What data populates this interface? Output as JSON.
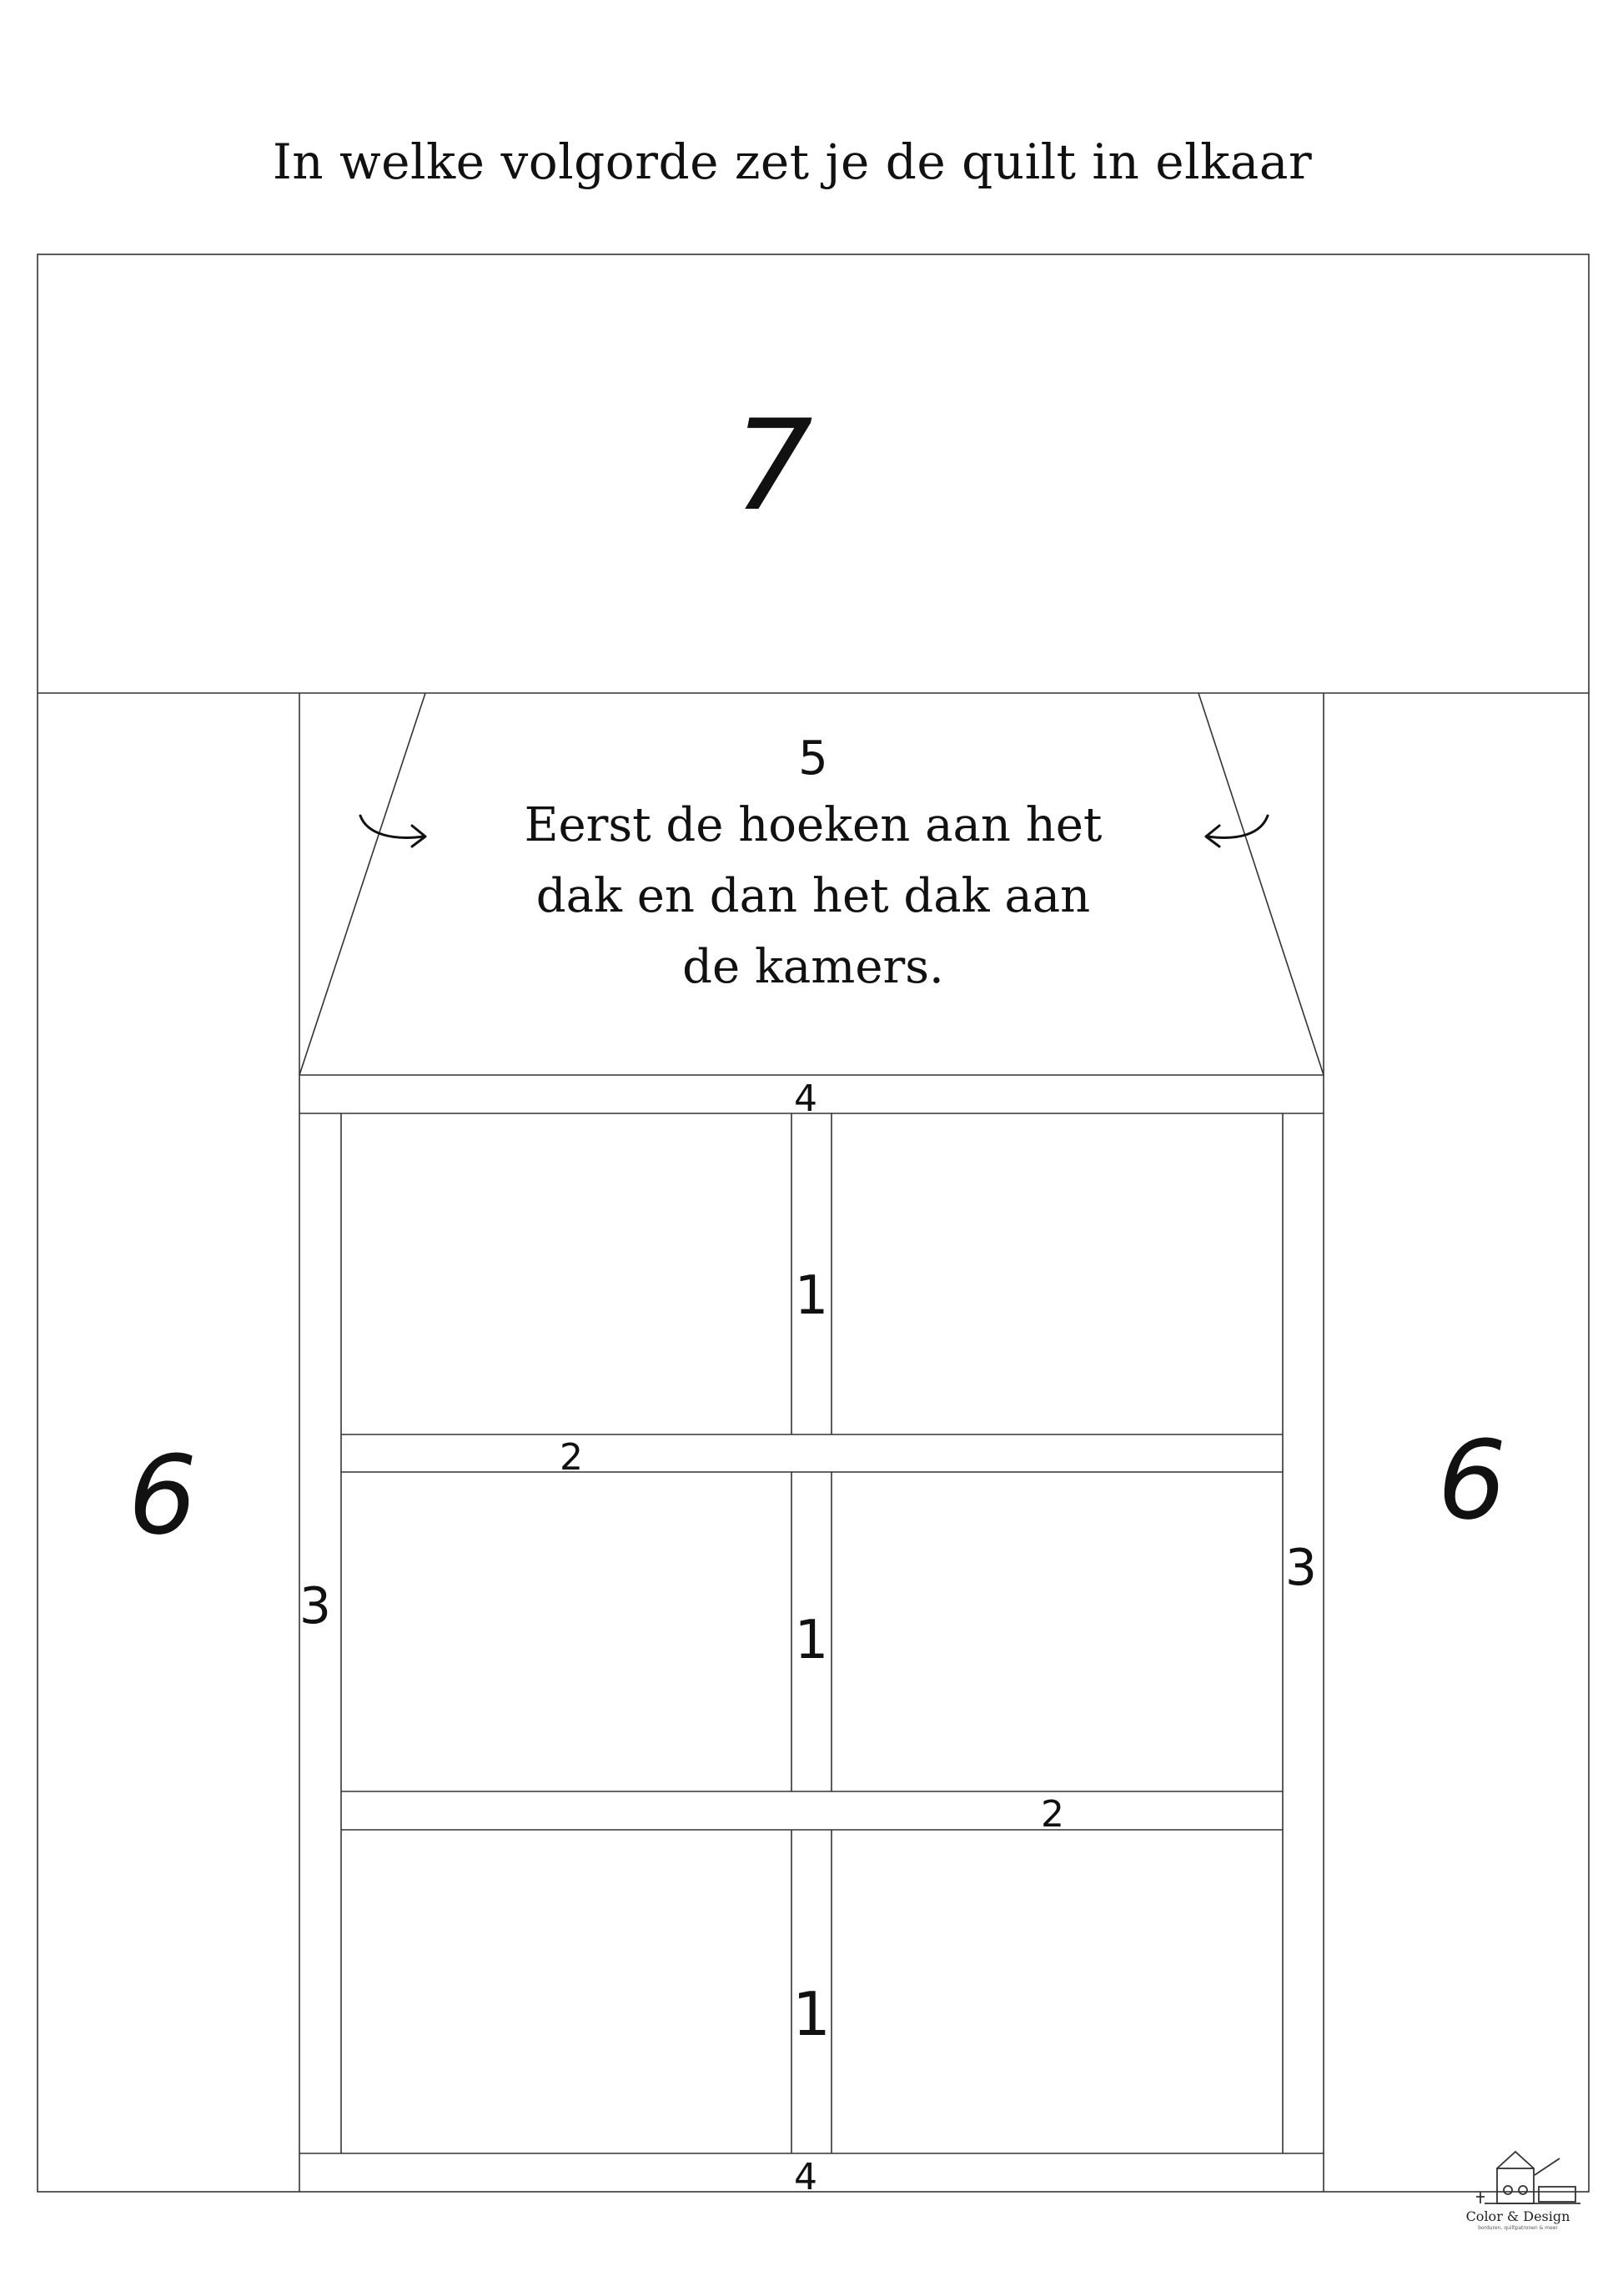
{
  "title": "In welke volgorde zet je de quilt in elkaar",
  "labels": {
    "top_banner": "7",
    "roof": "5",
    "roof_strip_top": "4",
    "roof_strip_bottom": "4",
    "side_left": "6",
    "side_right": "6",
    "sash_left": "3",
    "sash_right": "3",
    "row1_center": "1",
    "row2_center": "1",
    "row3_center": "1",
    "row1_sash": "2",
    "row2_sash": "2"
  },
  "instruction": {
    "line1": "Eerst de hoeken aan het",
    "line2": "dak en dan het dak aan",
    "line3": "de kamers."
  },
  "logo": {
    "name": "Color & Design",
    "tagline": "borduren, quiltpatronen & meer"
  },
  "colors": {
    "line": "#333333",
    "text": "#111111"
  }
}
